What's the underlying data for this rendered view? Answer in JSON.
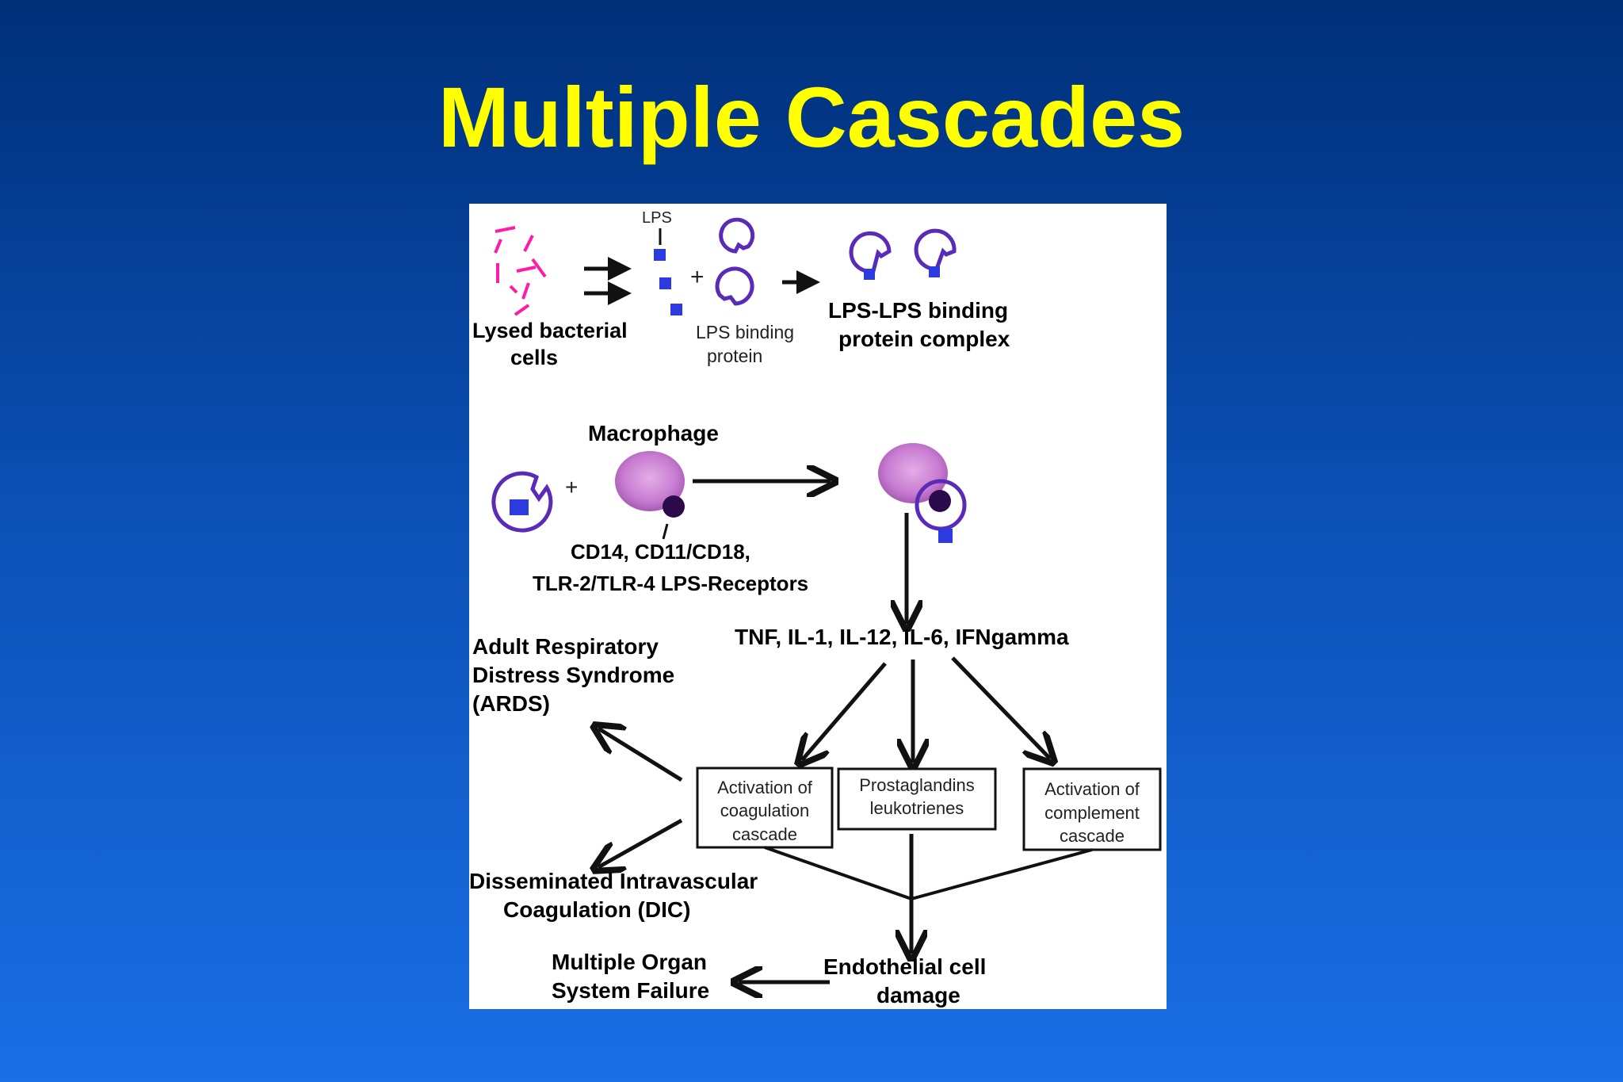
{
  "title": "Multiple Cascades",
  "diagram": {
    "lps": "LPS",
    "lysed_1": "Lysed bacterial",
    "lysed_2": "cells",
    "lbp_1": "LPS binding",
    "lbp_2": "protein",
    "plus1": "+",
    "complex_1": "LPS-LPS binding",
    "complex_2": "protein complex",
    "macrophage": "Macrophage",
    "plus2": "+",
    "receptors_1": "CD14, CD11/CD18,",
    "receptors_2": "TLR-2/TLR-4 LPS-Receptors",
    "cytokines": "TNF, IL-1, IL-12, IL-6, IFNgamma",
    "ards_1": "Adult Respiratory",
    "ards_2": "Distress Syndrome",
    "ards_3": "(ARDS)",
    "coag_1": "Activation of",
    "coag_2": "coagulation",
    "coag_3": "cascade",
    "prost_1": "Prostaglandins",
    "prost_2": "leukotrienes",
    "compl_1": "Activation of",
    "compl_2": "complement",
    "compl_3": "cascade",
    "dic_1": "Disseminated Intravascular",
    "dic_2": "Coagulation (DIC)",
    "mosf_1": "Multiple Organ",
    "mosf_2": "System Failure",
    "endo_1": "Endothelial cell",
    "endo_2": "damage"
  },
  "colors": {
    "title": "#ffff00",
    "background_top": "#002f78",
    "background_bottom": "#1a6fe6",
    "bacteria": "#ff1aa8",
    "lps_square": "#2b3be0",
    "protein_ring": "#5a2ab8",
    "macrophage": "#c77bd0",
    "receptor": "#2a0a4a"
  }
}
